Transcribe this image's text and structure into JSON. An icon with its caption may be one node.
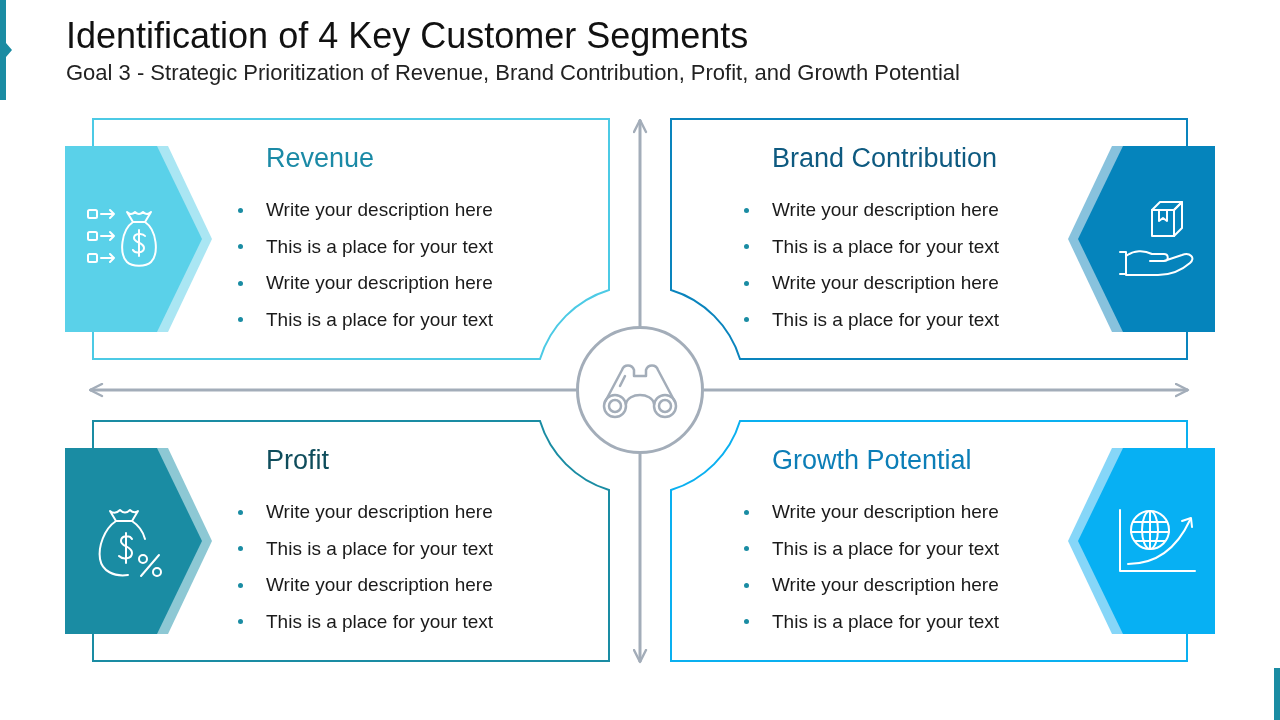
{
  "diagram": {
    "title": "Identification of 4 Key Customer Segments",
    "nodes": [
      {
        "text": [
          "Revenue",
          "Write your description here",
          "This is a place for your text",
          "Write your description here",
          "This is a place for your text"
        ]
      },
      {
        "text": [
          "Brand Contribution",
          "Write your description here",
          "This is a place for your text",
          "Write your description here",
          "This is a place for your text"
        ]
      },
      {
        "text": [
          "Profit",
          "Write your description here",
          "This is a place for your text",
          "Write your description here",
          "This is a place for your text"
        ]
      },
      {
        "text": [
          "Growth Potential",
          "Write your description here",
          "This is a place for your text",
          "Write your description here",
          "This is a place for your text"
        ]
      },
      {
        "text": [],
        "shape": "circle"
      }
    ],
    "labels": [
      "Goal 3 - Strategic Prioritization of Revenue, Brand Contribution, Profit, and Growth Potential"
    ]
  }
}
